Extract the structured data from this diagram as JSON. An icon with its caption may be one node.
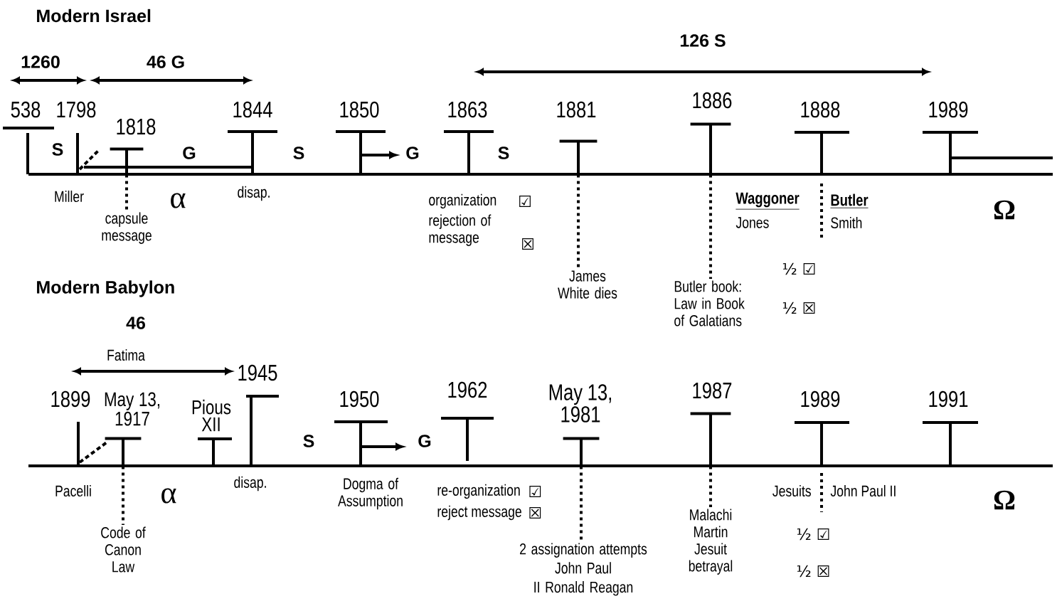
{
  "diagram": {
    "nodes": [
      {
        "text": [],
        "shape": "bar",
        "beside": [
          "1818"
        ]
      },
      {
        "text": [
          "capsule message"
        ]
      },
      {
        "text": [],
        "shape": "bar",
        "beside": [
          "1881"
        ]
      },
      {
        "text": [
          "James White dies"
        ]
      },
      {
        "text": [],
        "shape": "bar",
        "beside": [
          "1886"
        ]
      },
      {
        "text": [
          "Butler book: Law in Book of Galatians"
        ]
      },
      {
        "text": [],
        "shape": "bar",
        "beside": [
          "May 13, 1917"
        ]
      },
      {
        "text": [
          "Code of Canon Law"
        ]
      },
      {
        "text": [],
        "shape": "bar",
        "beside": [
          "May 13, 1981"
        ]
      },
      {
        "text": [
          "2 assignation attempts John Paul II Ronald Reagan"
        ]
      },
      {
        "text": [],
        "shape": "bar",
        "beside": [
          "1987"
        ]
      },
      {
        "text": [
          "Malachi Martin Jesuit betrayal"
        ]
      }
    ],
    "edges": [
      {
        "from": 0,
        "to": 1,
        "arrow": "none"
      },
      {
        "from": 2,
        "to": 3,
        "arrow": "none"
      },
      {
        "from": 4,
        "to": 5,
        "arrow": "none"
      },
      {
        "from": 6,
        "to": 7,
        "arrow": "none"
      },
      {
        "from": 8,
        "to": 9,
        "arrow": "none"
      },
      {
        "from": 10,
        "to": 11,
        "arrow": "none"
      }
    ],
    "labels": [
      "Modern Israel",
      "126 S",
      "1260",
      "46 G",
      "538",
      "1798",
      "1844",
      "1850",
      "1863",
      "1888",
      "1989",
      "S",
      "G",
      "S",
      "G",
      "S",
      "Miller",
      "α",
      "disap.",
      "organization",
      "☑",
      "Waggoner",
      "Butler",
      "Ω",
      "rejection of message",
      "Jones",
      "Smith",
      "☒",
      "½ ☑",
      "Modern Babylon",
      "½ ☒",
      "46",
      "Fatima",
      "1945",
      "1962",
      "1899",
      "1950",
      "1989",
      "1991",
      "Pious XII",
      "S",
      "G",
      "Pacelli",
      "α",
      "disap.",
      "Dogma of Assumption",
      "re-organization",
      "☑",
      "Jesuits",
      "John Paul II",
      "Ω",
      "reject message",
      "☒",
      "½ ☑",
      "½ ☒"
    ]
  }
}
